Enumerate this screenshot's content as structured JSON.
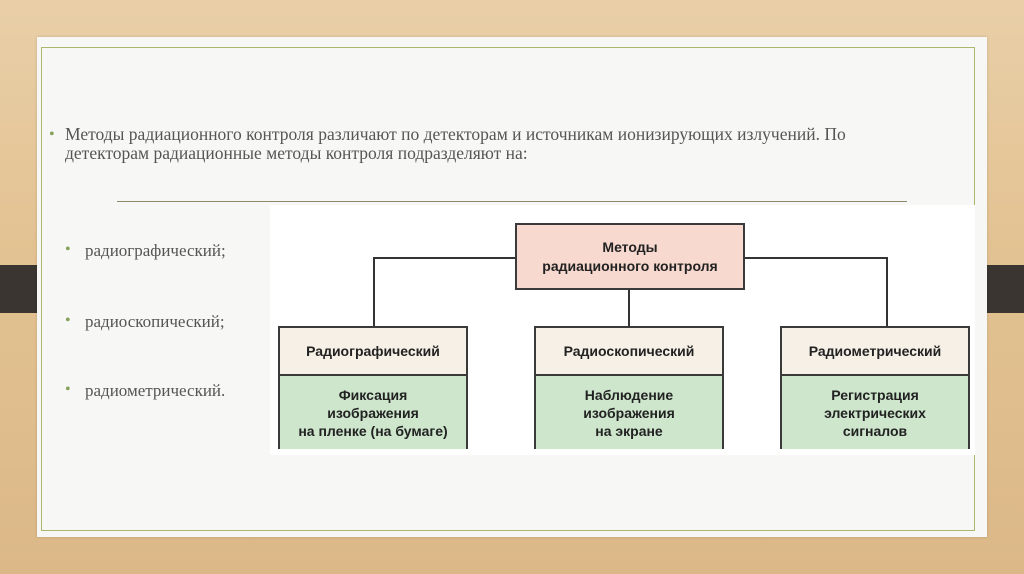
{
  "intro_text": "Методы радиационного контроля различают по детекторам и источникам ионизирующих излучений. По детекторам радиационные методы контроля подразделяют на:",
  "bullet_symbol": "•",
  "items": [
    "радиографический;",
    "радиоскопический;",
    "радиометрический."
  ],
  "diagram": {
    "root": "Методы\nрадиационного контроля",
    "children": [
      {
        "title": "Радиографический",
        "description": "Фиксация\nизображения\nна пленке (на бумаге)"
      },
      {
        "title": "Радиоскопический",
        "description": "Наблюдение\nизображения\nна экране"
      },
      {
        "title": "Радиометрический",
        "description": "Регистрация\nэлектрических\nсигналов"
      }
    ]
  }
}
